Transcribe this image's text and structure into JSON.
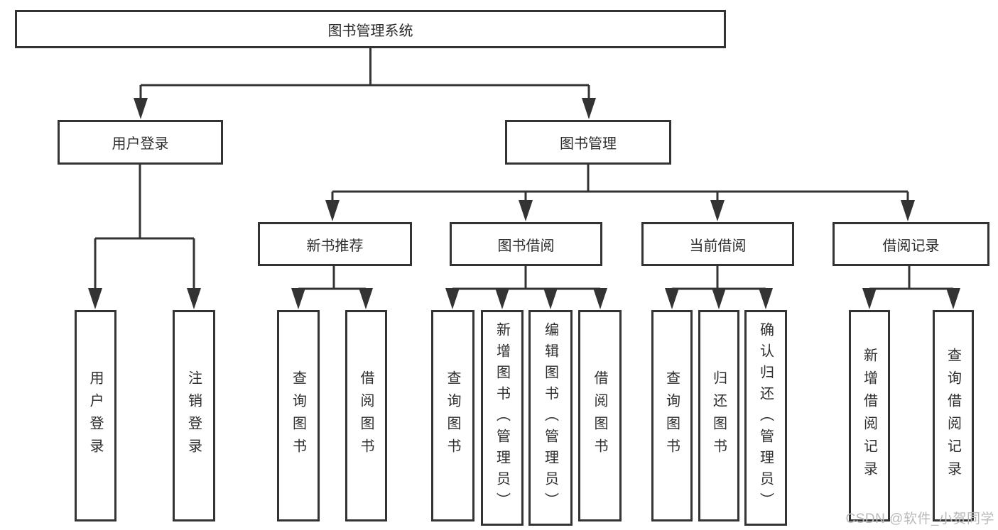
{
  "nodes": {
    "root": "图书管理系统",
    "user_login": "用户登录",
    "book_management": "图书管理",
    "login": "用户登录",
    "logout": "注销登录",
    "new_book_recommend": "新书推荐",
    "book_borrow": "图书借阅",
    "current_borrow": "当前借阅",
    "borrow_record": "借阅记录",
    "nb_query_book": "查询图书",
    "nb_borrow_book": "借阅图书",
    "bb_query_book": "查询图书",
    "bb_add_book": "新增图书（管理员）",
    "bb_edit_book": "编辑图书（管理员）",
    "bb_borrow_book": "借阅图书",
    "cb_query_book": "查询图书",
    "cb_return_book": "归还图书",
    "cb_confirm_return": "确认归还（管理员）",
    "br_add_record": "新增借阅记录",
    "br_query_record": "查询借阅记录"
  },
  "watermark": "CSDN @软件_小贺同学",
  "colors": {
    "line": "#333333",
    "text": "#2d2d2d",
    "watermark": "#b9b9b9",
    "background": "#ffffff"
  }
}
